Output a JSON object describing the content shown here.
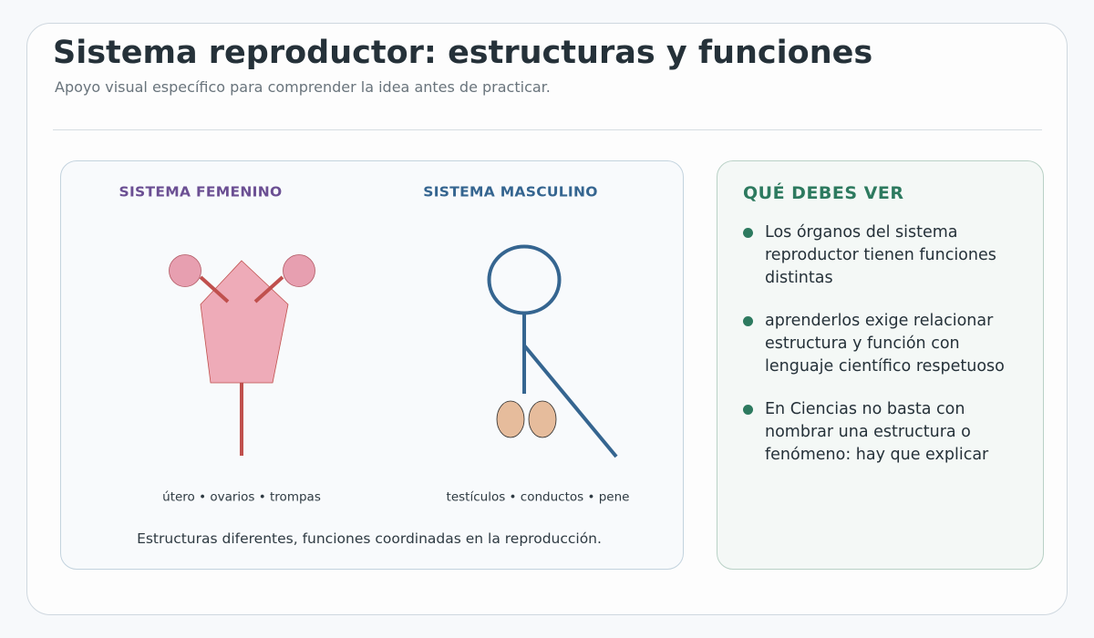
{
  "header": {
    "title": "Sistema reproductor: estructuras y funciones",
    "subtitle": "Apoyo visual específico para comprender la idea antes de practicar."
  },
  "diagram": {
    "female": {
      "title": "SISTEMA FEMENINO",
      "caption": "útero • ovarios • trompas"
    },
    "male": {
      "title": "SISTEMA MASCULINO",
      "caption": "testículos • conductos • pene"
    },
    "footer": "Estructuras diferentes, funciones coordinadas en la reproducción."
  },
  "info": {
    "title": "QUÉ DEBES VER",
    "items": [
      {
        "lines": [
          "Los órganos del sistema",
          "reproductor tienen funciones",
          "distintas"
        ]
      },
      {
        "lines": [
          "aprenderlos exige relacionar",
          "estructura y función con",
          "lenguaje científico respetuoso"
        ]
      },
      {
        "lines": [
          "En Ciencias no basta con",
          "nombrar una estructura o",
          "fenómeno: hay que explicar"
        ]
      }
    ]
  },
  "colors": {
    "female_accent": "#6b4f93",
    "male_accent": "#356590",
    "info_accent": "#2d7a5f",
    "uterus_fill": "#eeabb8",
    "tube_stroke": "#c0504d",
    "testis_fill": "#e6bc9c"
  }
}
